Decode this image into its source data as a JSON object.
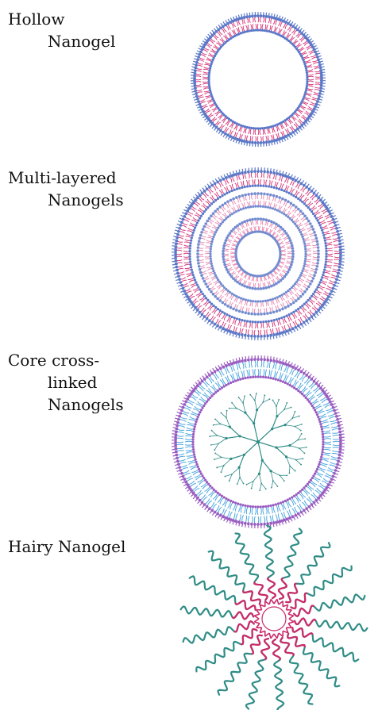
{
  "panels": [
    {
      "lines": [
        "Hollow",
        "Nanogel"
      ]
    },
    {
      "lines": [
        "Multi-layered",
        "Nanogels"
      ]
    },
    {
      "lines": [
        "Core cross-",
        "linked",
        "Nanogels"
      ]
    },
    {
      "lines": [
        "Hairy Nanogel"
      ]
    }
  ],
  "colors": {
    "pink": "#d93d7e",
    "pink_light": "#e87aa8",
    "blue": "#5a78c8",
    "cyan": "#4ea6e0",
    "purple": "#9a5cc0",
    "teal": "#2f8c86",
    "magenta": "#cc2a6a"
  }
}
